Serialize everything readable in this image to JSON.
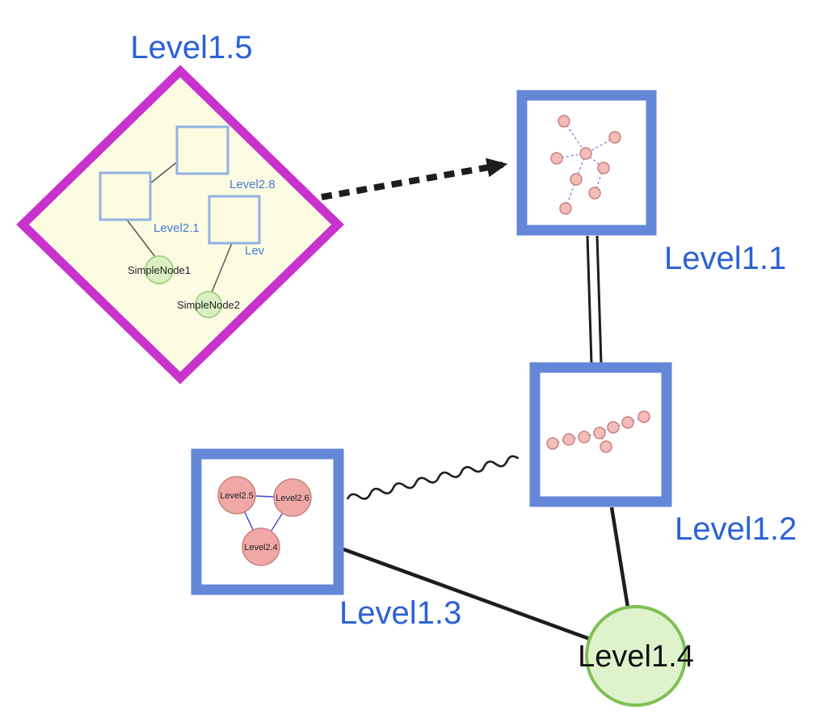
{
  "labels": {
    "level1_5": "Level1.5",
    "level1_1": "Level1.1",
    "level1_2": "Level1.2",
    "level1_3": "Level1.3",
    "level1_4": "Level1.4"
  },
  "level1_5_children": {
    "level2_8": "Level2.8",
    "level2_1": "Level2.1",
    "level2_x": "Lev",
    "simple_node_1": "SimpleNode1",
    "simple_node_2": "SimpleNode2"
  },
  "level1_3_children": {
    "level2_5": "Level2.5",
    "level2_6": "Level2.6",
    "level2_4": "Level2.4"
  },
  "colors": {
    "label_blue": "#2b62d4",
    "diamond_stroke": "#c932cd",
    "diamond_fill": "#fcfce3",
    "group_border": "#6487d8",
    "inner_square_fill": "#fbfbe0",
    "inner_square_stroke": "#93b1e3",
    "green_node_fill": "#daf0c4",
    "green_node_stroke": "#a5d287",
    "level14_fill": "#def3cb",
    "level14_stroke": "#7fbf54",
    "pink_node_fill": "#f5bcb8",
    "pink_node_stroke": "#c98282",
    "triangle_node_fill": "#f0a8a6",
    "edge_black": "#1d1d1d",
    "mini_edge_blue": "#5560d0"
  }
}
